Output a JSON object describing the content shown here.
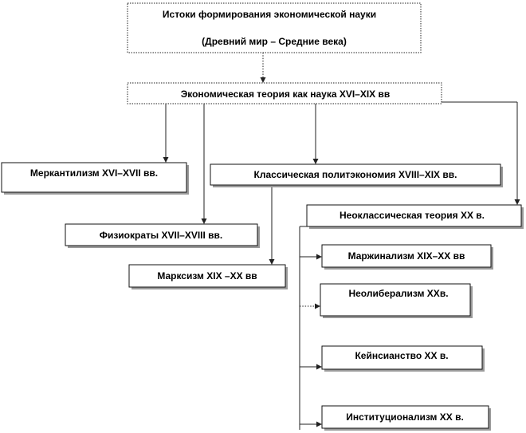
{
  "nodes": {
    "sources_line1": "Истоки формирования экономической науки",
    "sources_line2": "(Древний мир – Средние века)",
    "theory": "Экономическая теория как наука XVI–XIX вв",
    "mercantilism": "Меркантилизм XVI–XVII вв.",
    "classical": "Классическая политэкономия XVIII–XIX вв.",
    "physiocrats": "Физиократы XVII–XVIII вв.",
    "neoclassical": "Неоклассическая теория XX в.",
    "marxism": "Марксизм XIX –XX вв",
    "marginalism": "Маржинализм XIX–XX вв",
    "neoliberalism": "Неолиберализм XXв.",
    "keynesianism": "Кейнсианство XX в.",
    "institutionalism": "Институционализм XX в."
  }
}
